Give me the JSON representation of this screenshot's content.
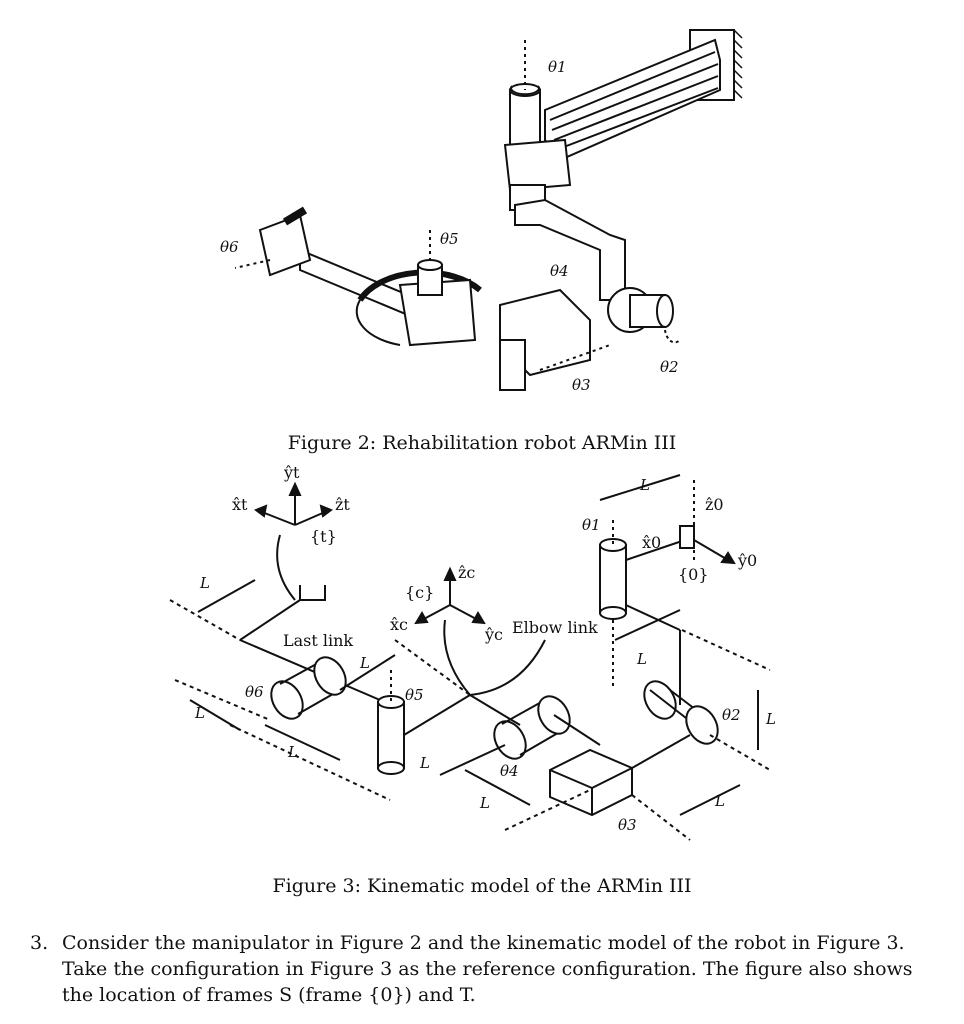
{
  "figure2": {
    "caption": "Figure 2: Rehabilitation robot ARMin III",
    "joint_labels": [
      "θ1",
      "θ2",
      "θ3",
      "θ4",
      "θ5",
      "θ6"
    ]
  },
  "figure3": {
    "caption": "Figure 3: Kinematic model of the ARMin III",
    "frame_t": {
      "name": "{t}",
      "x": "x̂t",
      "y": "ŷt",
      "z": "ẑt"
    },
    "frame_c": {
      "name": "{c}",
      "x": "x̂c",
      "y": "ŷc",
      "z": "ẑc"
    },
    "frame_0": {
      "name": "{0}",
      "x": "x̂0",
      "y": "ŷ0",
      "z": "ẑ0"
    },
    "link_labels": {
      "last_link": "Last link",
      "elbow_link": "Elbow link"
    },
    "length_label": "L",
    "joint_labels": [
      "θ1",
      "θ2",
      "θ3",
      "θ4",
      "θ5",
      "θ6"
    ]
  },
  "question": {
    "number": "3.",
    "text": "Consider the manipulator in Figure 2 and the kinematic model of the robot in Figure 3. Take the configuration in Figure 3 as the reference configuration. The figure also shows the location of frames S (frame {0}) and T."
  }
}
